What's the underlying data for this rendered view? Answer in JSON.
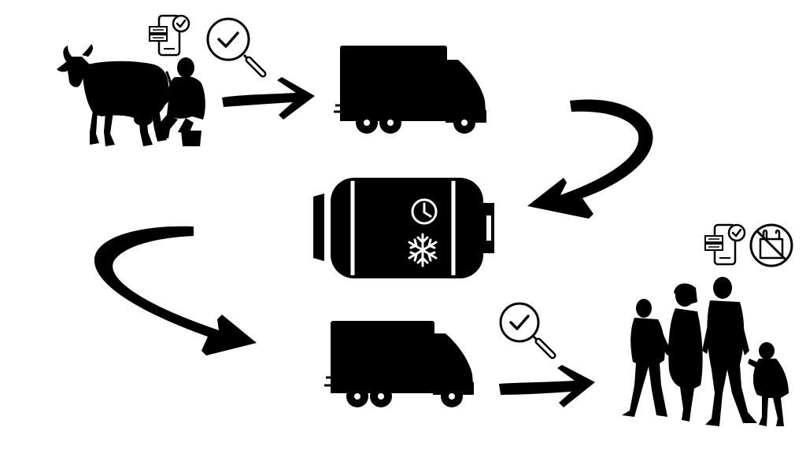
{
  "colors": {
    "background": "#ffffff",
    "silhouette": "#000000",
    "icon_outline": "#000000"
  },
  "nodes": [
    {
      "id": "farm",
      "icons": [
        "cow-icon",
        "farmer-milking-icon",
        "milk-bucket-icon"
      ]
    },
    {
      "id": "collection-truck",
      "icons": [
        "delivery-truck-icon"
      ]
    },
    {
      "id": "storage-tank",
      "icons": [
        "milk-tank-icon",
        "clock-icon",
        "snowflake-icon"
      ]
    },
    {
      "id": "distribution-truck",
      "icons": [
        "delivery-truck-icon"
      ]
    },
    {
      "id": "consumers",
      "icons": [
        "family-icon"
      ]
    }
  ],
  "badges": [
    "phone-check-icon",
    "magnifier-check-icon",
    "no-plastic-bag-icon"
  ],
  "arrows": [
    {
      "from": "farm",
      "to": "collection-truck"
    },
    {
      "from": "collection-truck",
      "to": "storage-tank"
    },
    {
      "from": "storage-tank",
      "to": "distribution-truck"
    },
    {
      "from": "distribution-truck",
      "to": "consumers"
    }
  ]
}
